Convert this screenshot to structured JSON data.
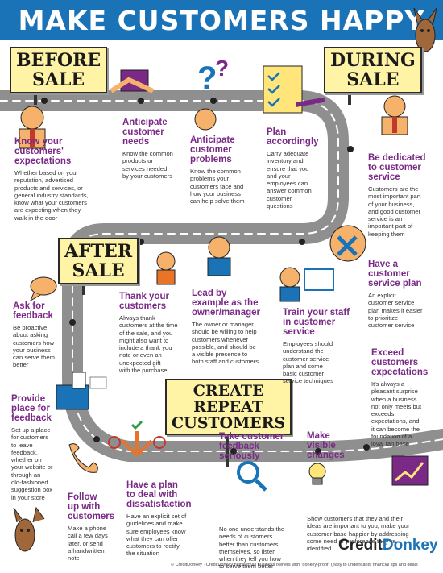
{
  "title": "MAKE CUSTOMERS HAPPY",
  "stages": {
    "before": [
      "BEFORE",
      "SALE"
    ],
    "during": [
      "DURING",
      "SALE"
    ],
    "after": [
      "AFTER",
      "SALE"
    ],
    "repeat": [
      "CREATE",
      "REPEAT",
      "CUSTOMERS"
    ]
  },
  "tips": [
    {
      "heading": [
        "Know your",
        "customers'",
        "expectations"
      ],
      "body": [
        "Whether based on your",
        "reputation, advertised",
        "products and services, or",
        "general industry standards,",
        "know what your customers",
        "are expecting when they",
        "walk in the door"
      ]
    },
    {
      "heading": [
        "Anticipate",
        "customer",
        "needs"
      ],
      "body": [
        "Know the common",
        "products or",
        "services needed",
        "by your customers"
      ]
    },
    {
      "heading": [
        "Anticipate",
        "customer",
        "problems"
      ],
      "body": [
        "Know the common",
        "problems your",
        "customers face and",
        "how your business",
        "can help solve them"
      ]
    },
    {
      "heading": [
        "Plan",
        "accordingly"
      ],
      "body": [
        "Carry adequate",
        "inventory and",
        "ensure that you",
        "and your",
        "employees can",
        "answer common",
        "customer",
        "questions"
      ]
    },
    {
      "heading": [
        "Be dedicated",
        "to customer",
        "service"
      ],
      "body": [
        "Customers are the",
        "most important part",
        "of your business,",
        "and good customer",
        "service is an",
        "important part of",
        "keeping them"
      ]
    },
    {
      "heading": [
        "Have a",
        "customer",
        "service plan"
      ],
      "body": [
        "An explicit",
        "customer service",
        "plan makes it easier",
        "to prioritize",
        "customer service"
      ]
    },
    {
      "heading": [
        "Train your staff",
        "in customer",
        "service"
      ],
      "body": [
        "Employees should",
        "understand the",
        "customer service",
        "plan and some",
        "basic customer",
        "service techniques"
      ]
    },
    {
      "heading": [
        "Lead by",
        "example as the",
        "owner/manager"
      ],
      "body": [
        "The owner or manager",
        "should be willing to help",
        "customers whenever",
        "possible, and should be",
        "a visible presence to",
        "both staff and customers"
      ]
    },
    {
      "heading": [
        "Thank your",
        "customers"
      ],
      "body": [
        "Always thank",
        "customers at the time",
        "of the sale, and you",
        "might also want to",
        "include a thank you",
        "note or even an",
        "unexpected gift",
        "with the purchase"
      ]
    },
    {
      "heading": [
        "Ask for",
        "feedback"
      ],
      "body": [
        "Be proactive",
        "about asking",
        "customers how",
        "your business",
        "can serve them",
        "better"
      ]
    },
    {
      "heading": [
        "Provide",
        "place for",
        "feedback"
      ],
      "body": [
        "Set up a place",
        "for customers",
        "to leave",
        "feedback,",
        "whether on",
        "your website or",
        "through an",
        "old-fashioned",
        "suggestion box",
        "in your store"
      ]
    },
    {
      "heading": [
        "Follow",
        "up with",
        "customers"
      ],
      "body": [
        "Make a phone",
        "call a few days",
        "later, or send",
        "a handwritten",
        "note"
      ]
    },
    {
      "heading": [
        "Have a plan",
        "to deal with",
        "dissatisfaction"
      ],
      "body": [
        "Have an explicit set of",
        "guidelines and make",
        "sure employees know",
        "what they can offer",
        "customers to rectify",
        "the situation"
      ]
    },
    {
      "heading": [
        "Take customer",
        "feedback",
        "seriously"
      ],
      "body": [
        "No one understands the",
        "needs of customers",
        "better than customers",
        "themselves, so listen",
        "when they tell you how",
        "to serve them better"
      ]
    },
    {
      "heading": [
        "Make",
        "visible",
        "changes"
      ],
      "body": [
        "Show customers that they and their",
        "ideas are important to you; make your",
        "customer base happier by addressing",
        "some need or preference they've",
        "identified"
      ]
    },
    {
      "heading": [
        "Exceed",
        "customers",
        "expectations"
      ],
      "body": [
        "It's always a",
        "pleasant surprise",
        "when a business",
        "not only meets but",
        "exceeds",
        "expectations, and",
        "it can become the",
        "foundation of a",
        "loyal fan base"
      ]
    }
  ],
  "footer": {
    "copyright": "© CreditDonkey · CreditDonkey helps small business owners with \"donkey-proof\" (easy to understand) financial tips and deals",
    "logo_credit": "Credit",
    "logo_donkey": "Donkey"
  },
  "colors": {
    "header": "#1a73b6",
    "heading": "#7a2a86",
    "road": "#9b9b9b",
    "stage_fill": "#fff3a6"
  }
}
